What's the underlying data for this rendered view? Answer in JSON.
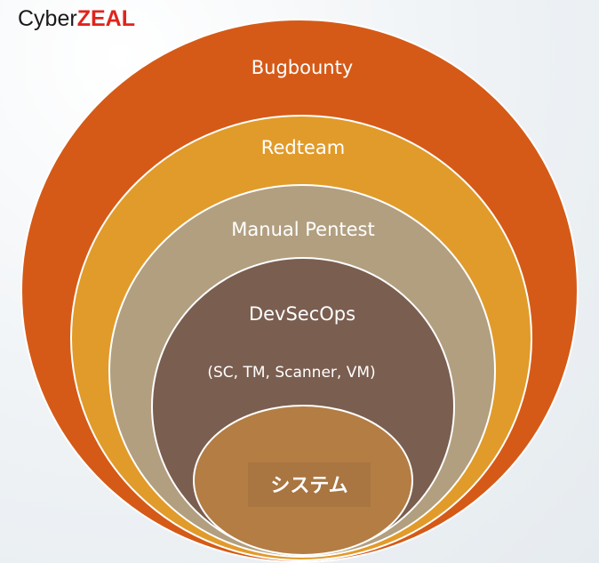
{
  "brand": {
    "part1": "Cyber",
    "part2": "ZEAL",
    "color_part1": "#1a1a1a",
    "color_part2": "#e0241c"
  },
  "layers": [
    {
      "label": "Bugbounty",
      "color": "#d55a17"
    },
    {
      "label": "Redteam",
      "color": "#e19b2a"
    },
    {
      "label": "Manual Pentest",
      "color": "#b19f80"
    },
    {
      "label": "DevSecOps",
      "sublabel": "(SC, TM, Scanner, VM)",
      "color": "#7a5e50"
    },
    {
      "label": "システム",
      "color": "#b37d44"
    }
  ]
}
